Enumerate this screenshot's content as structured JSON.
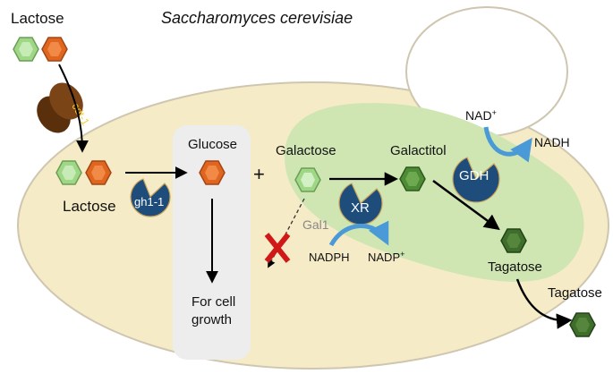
{
  "title": "Saccharomyces cerevisiae",
  "labels": {
    "lactose_outside": "Lactose",
    "lactose_inside": "Lactose",
    "transporter": "cdt-1",
    "enzyme_gh1": "gh1-1",
    "glucose": "Glucose",
    "plus": "+",
    "galactose": "Galactose",
    "galactitol": "Galactitol",
    "enzyme_xr": "XR",
    "enzyme_gdh": "GDH",
    "enzyme_gal1": "Gal1",
    "nadph": "NADPH",
    "nadp": "NADP",
    "nadp_sup": "+",
    "nad": "NAD",
    "nad_sup": "+",
    "nadh": "NADH",
    "tagatose_inside": "Tagatose",
    "tagatose_outside": "Tagatose",
    "growth_line1": "For cell",
    "growth_line2": "growth"
  },
  "colors": {
    "cell": "#f6ebc7",
    "cell_border": "#cfc6b0",
    "pathway": "#cfe6b3",
    "glucose_panel": "#ededed",
    "light_green": "#9fd786",
    "orange": "#e0661f",
    "dark_green": "#3e6e2a",
    "enzyme": "#1e4d7b",
    "transporter": "#6e3c12",
    "transporter_text": "#f2d03b",
    "blocked": "#d01818",
    "cofactor_arrow": "#4a9ad8"
  }
}
